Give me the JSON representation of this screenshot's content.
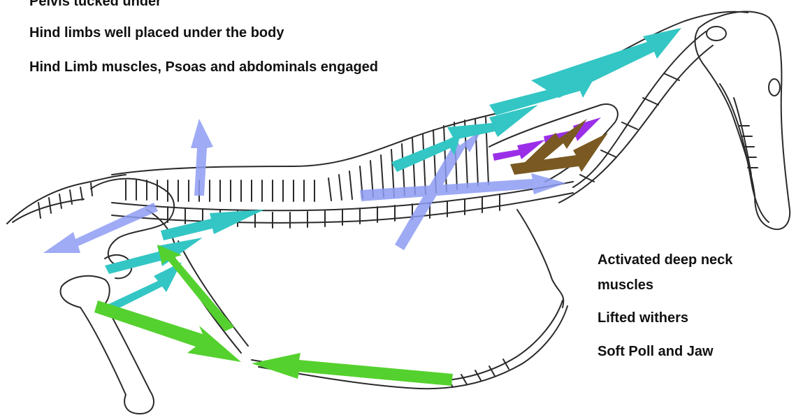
{
  "labels": {
    "top": [
      "Pelvis tucked under",
      "Hind limbs well placed under the body",
      "Hind Limb muscles, Psoas and abdominals engaged"
    ],
    "right": [
      "Activated deep neck",
      "muscles",
      "Lifted withers",
      "Soft Poll and Jaw"
    ]
  },
  "colors": {
    "bone_outline": "#2a2a2a",
    "bone_fill": "#ffffff",
    "teal_arrow": "#33c6c4",
    "green_arrow": "#54d12e",
    "blue_arrow": "#8e9cf3",
    "purple_arrow": "#9b2fe8",
    "brown_arrow": "#7a5a22"
  }
}
